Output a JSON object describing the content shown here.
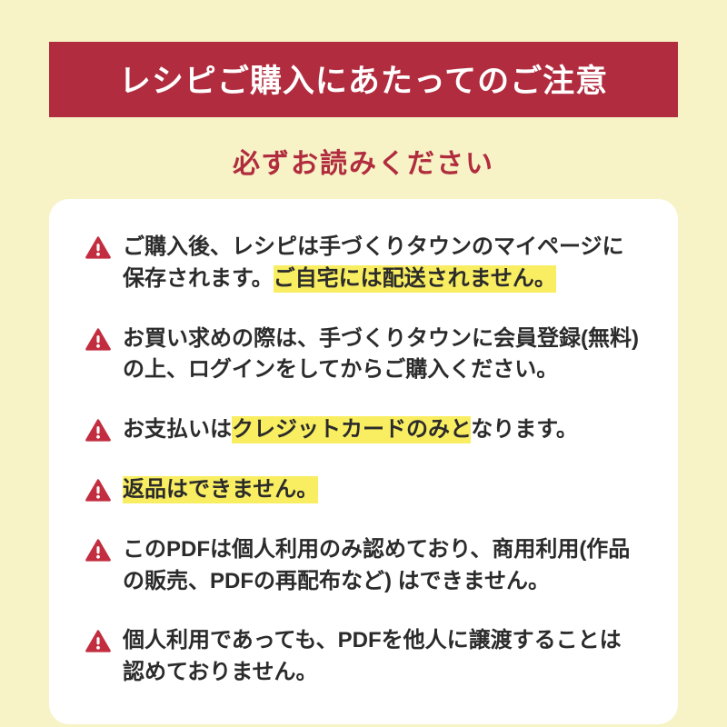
{
  "colors": {
    "background": "#f7f3c6",
    "accent_red": "#b02c3e",
    "icon_red": "#c22e40",
    "highlight_yellow": "#f9ee62",
    "card_white": "#ffffff",
    "text": "#2b2b2b"
  },
  "header": {
    "title": "レシピご購入にあたってのご注意",
    "subtitle": "必ずお読みください"
  },
  "icons": {
    "warning": "warning-triangle-icon"
  },
  "notices": [
    {
      "pre": "ご購入後、レシピは手づくりタウンのマイページに保存されます。",
      "highlight": "ご自宅には配送されません。",
      "post": ""
    },
    {
      "pre": "お買い求めの際は、手づくりタウンに会員登録(無料)の上、ログインをしてからご購入ください。",
      "highlight": "",
      "post": ""
    },
    {
      "pre": "お支払いは",
      "highlight": "クレジットカードのみと",
      "post": "なります。"
    },
    {
      "pre": "",
      "highlight": "返品はできません。",
      "post": ""
    },
    {
      "pre": "このPDFは個人利用のみ認めており、商用利用(作品の販売、PDFの再配布など) はできません。",
      "highlight": "",
      "post": ""
    },
    {
      "pre": "個人利用であっても、PDFを他人に譲渡することは認めておりません。",
      "highlight": "",
      "post": ""
    }
  ]
}
